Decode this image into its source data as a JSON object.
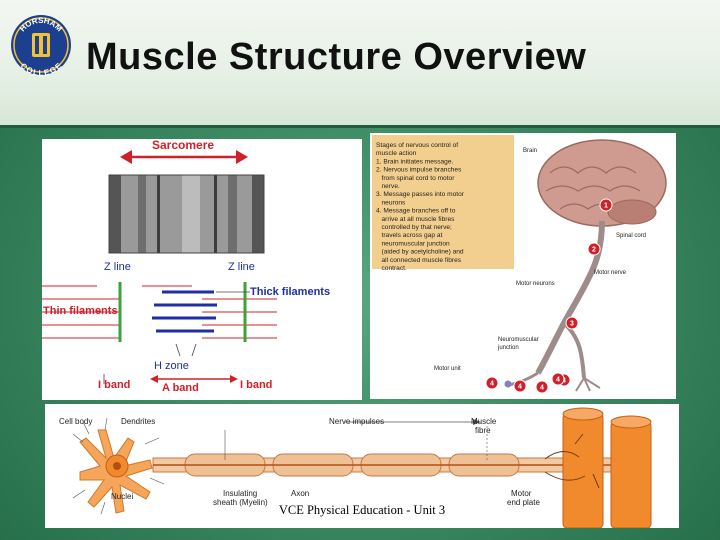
{
  "slide": {
    "title": "Muscle Structure Overview",
    "footer": "VCE Physical Education - Unit 3"
  },
  "logo": {
    "text_top": "HORSHAM",
    "text_bottom": "COLLEGE"
  },
  "sarcomere_diagram": {
    "sarcomere": "Sarcomere",
    "z_line_left": "Z line",
    "z_line_right": "Z line",
    "thick_filaments": "Thick filaments",
    "thin_filaments": "Thin filaments",
    "h_zone": "H zone",
    "i_band_left": "I band",
    "a_band": "A band",
    "i_band_right": "I band"
  },
  "nervous_control_diagram": {
    "stages": [
      "Stages of nervous control of",
      "muscle action",
      "1. Brain initiates message.",
      "2. Nervous impulse branches",
      "    from spinal cord to motor",
      "    nerve.",
      "3. Message passes into motor",
      "    neurons",
      "4. Message branches off to",
      "    arrive at all muscle fibres",
      "    controlled by that nerve;",
      "    travels across gap at",
      "    neuromuscular junction",
      "    (aided by acetylcholine) and",
      "    all connected muscle fibres",
      "    contract."
    ],
    "brain": "Brain",
    "spinal_cord": "Spinal cord",
    "motor_nerve": "Motor nerve",
    "motor_neurons": "Motor neurons",
    "nmj_1": "Neuromuscular",
    "nmj_2": "junction",
    "motor_unit": "Motor unit",
    "markers": [
      "1",
      "2",
      "3",
      "4",
      "4",
      "4",
      "4",
      "4"
    ]
  },
  "neuron_diagram": {
    "cell_body": "Cell body",
    "dendrites": "Dendrites",
    "nerve_impulses": "Nerve impulses",
    "muscle_fibre_1": "Muscle",
    "muscle_fibre_2": "fibre",
    "nuclei": "Nuclei",
    "insulating_1": "Insulating",
    "insulating_2": "sheath (Myelin)",
    "axon": "Axon",
    "motor_end_plate_1": "Motor",
    "motor_end_plate_2": "end plate"
  },
  "colors": {
    "label_red": "#d0202a",
    "filament_blue": "#1c2fa8",
    "zline_green": "#3aa33a",
    "note_bg": "#f3cf8f",
    "muscle_orange": "#f08a2c"
  }
}
